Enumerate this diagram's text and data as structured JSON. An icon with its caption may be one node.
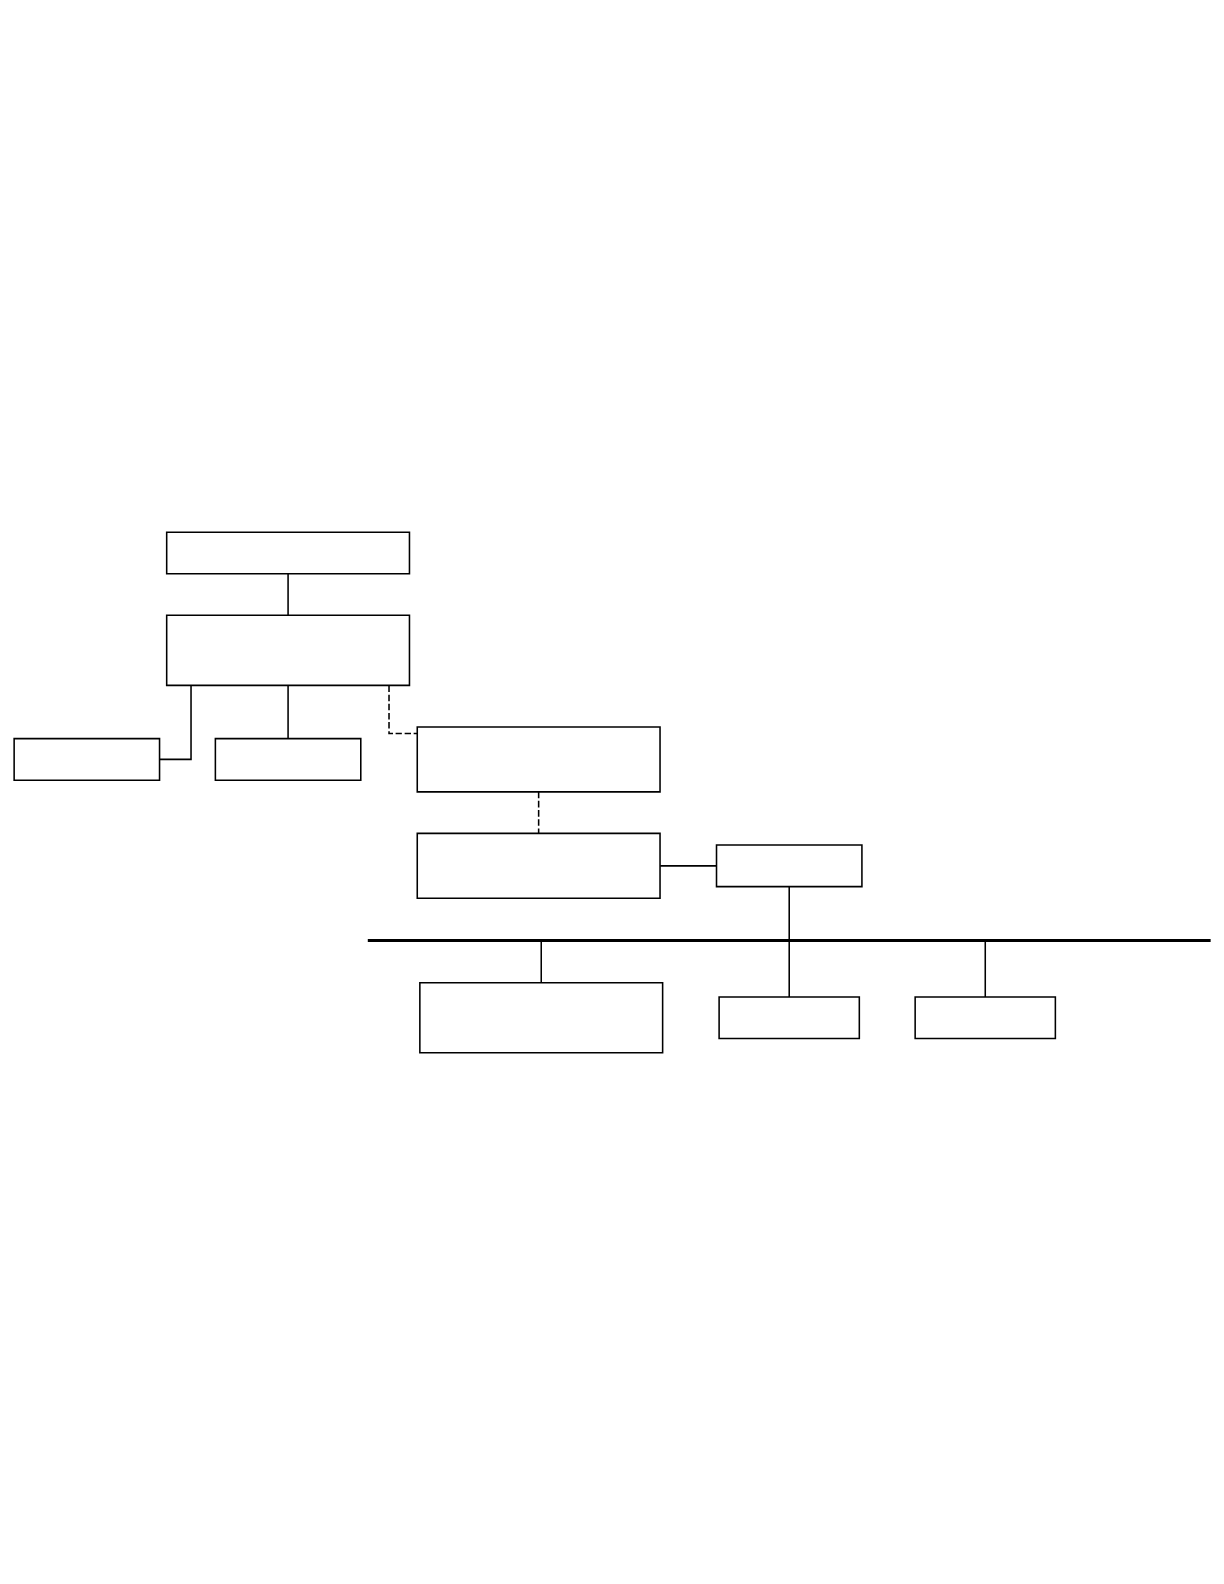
{
  "diagram": {
    "nodes": [
      {
        "text": [],
        "shape": "box"
      },
      {
        "text": [],
        "shape": "box"
      },
      {
        "text": [],
        "shape": "box"
      },
      {
        "text": [],
        "shape": "box"
      },
      {
        "text": [],
        "shape": "box"
      },
      {
        "text": [],
        "shape": "box"
      },
      {
        "text": [],
        "shape": "box"
      },
      {
        "text": [],
        "shape": "bar"
      },
      {
        "text": [],
        "shape": "box"
      },
      {
        "text": [],
        "shape": "box"
      },
      {
        "text": [],
        "shape": "box"
      }
    ],
    "edges": [
      {
        "from": 0,
        "to": 1,
        "arrow": "none"
      },
      {
        "from": 1,
        "to": 2,
        "arrow": "none"
      },
      {
        "from": 1,
        "to": 3,
        "arrow": "none"
      },
      {
        "from": 1,
        "to": 4,
        "arrow": "none",
        "style": "dashed"
      },
      {
        "from": 4,
        "to": 5,
        "arrow": "none",
        "style": "dashed"
      },
      {
        "from": 5,
        "to": 6,
        "arrow": "none"
      },
      {
        "from": 6,
        "to": 7,
        "arrow": "none"
      },
      {
        "from": 7,
        "to": 8,
        "arrow": "none"
      },
      {
        "from": 7,
        "to": 9,
        "arrow": "none"
      },
      {
        "from": 7,
        "to": 10,
        "arrow": "none"
      }
    ]
  }
}
